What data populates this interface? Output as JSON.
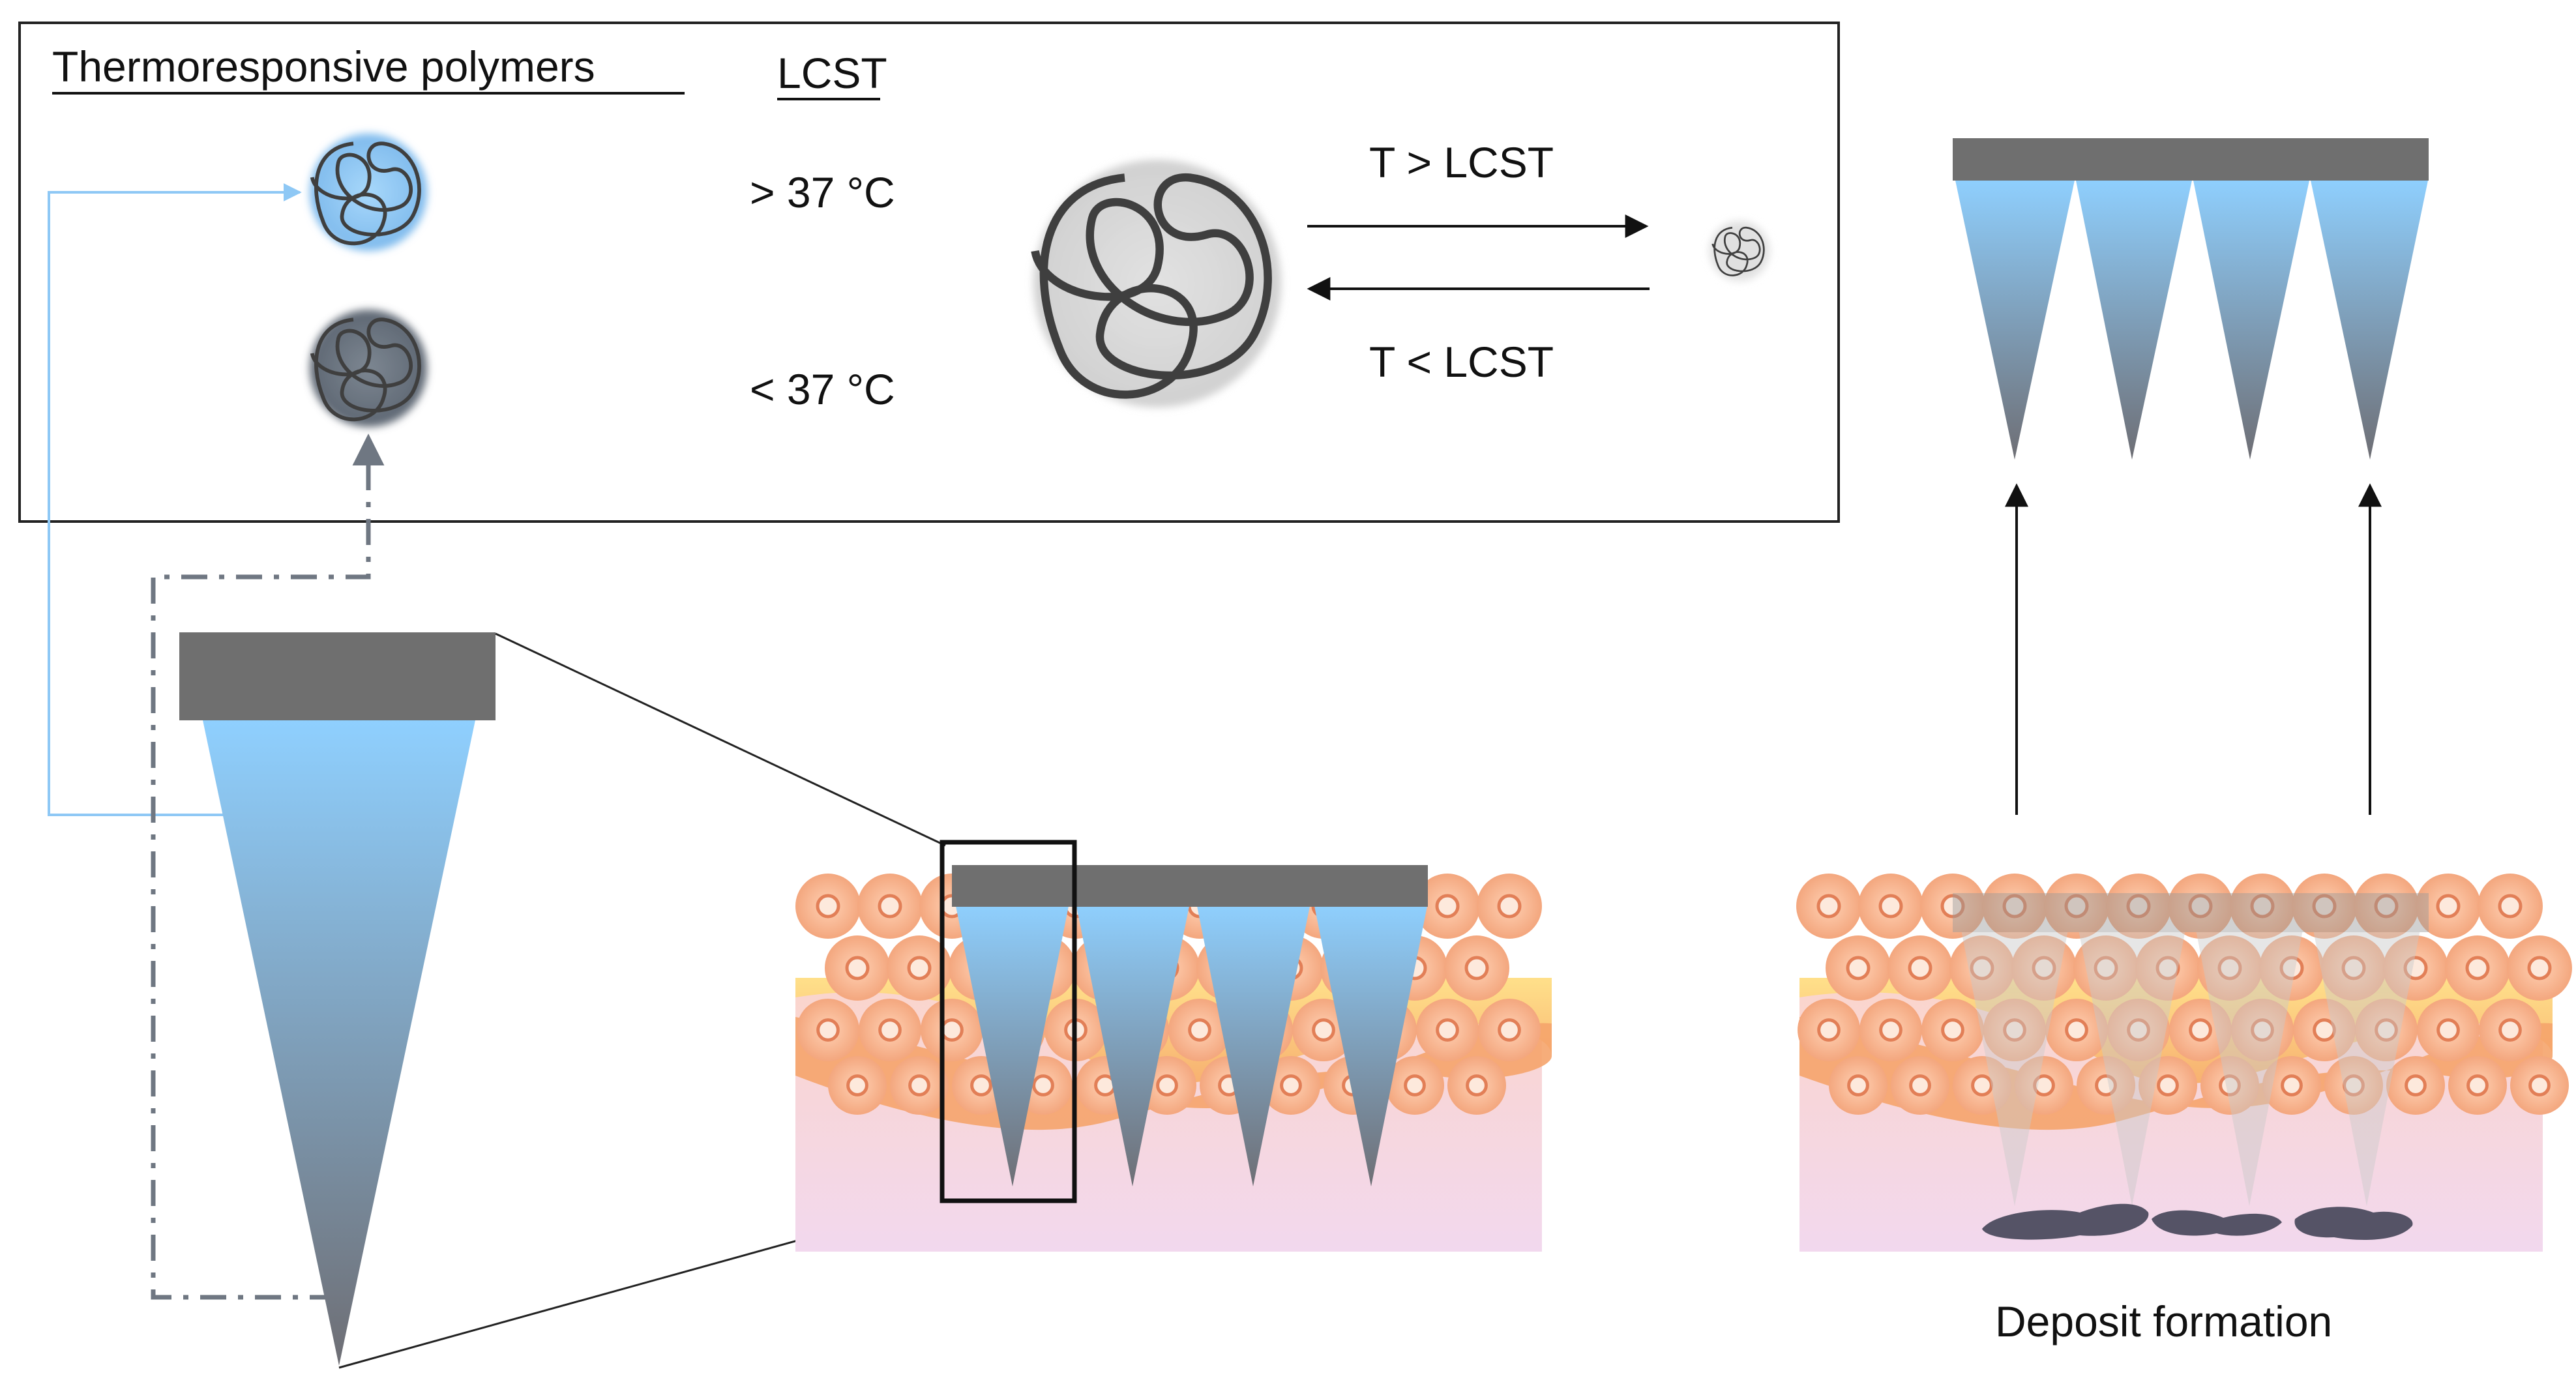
{
  "legend": {
    "title": "Thermoresponsive polymers",
    "lcst_header": "LCST",
    "above_temp": "> 37 °C",
    "below_temp": "< 37 °C",
    "heating_label": "T > LCST",
    "cooling_label": "T < LCST"
  },
  "deposit": {
    "caption": "Deposit formation"
  },
  "colors": {
    "needle_top": "#8fd0ff",
    "needle_bottom": "#6e6e74",
    "backing_plate": "#6f6f6f",
    "polymer_swollen": "#8ec8f5",
    "polymer_collapsed": "#6b7480",
    "polymer_coil": "#d9d9d9",
    "skin_cell": "#f6b48c",
    "dermis_top": "#fbd3c9",
    "dermis_bottom": "#f4d9ee",
    "deposit": "#555366"
  }
}
